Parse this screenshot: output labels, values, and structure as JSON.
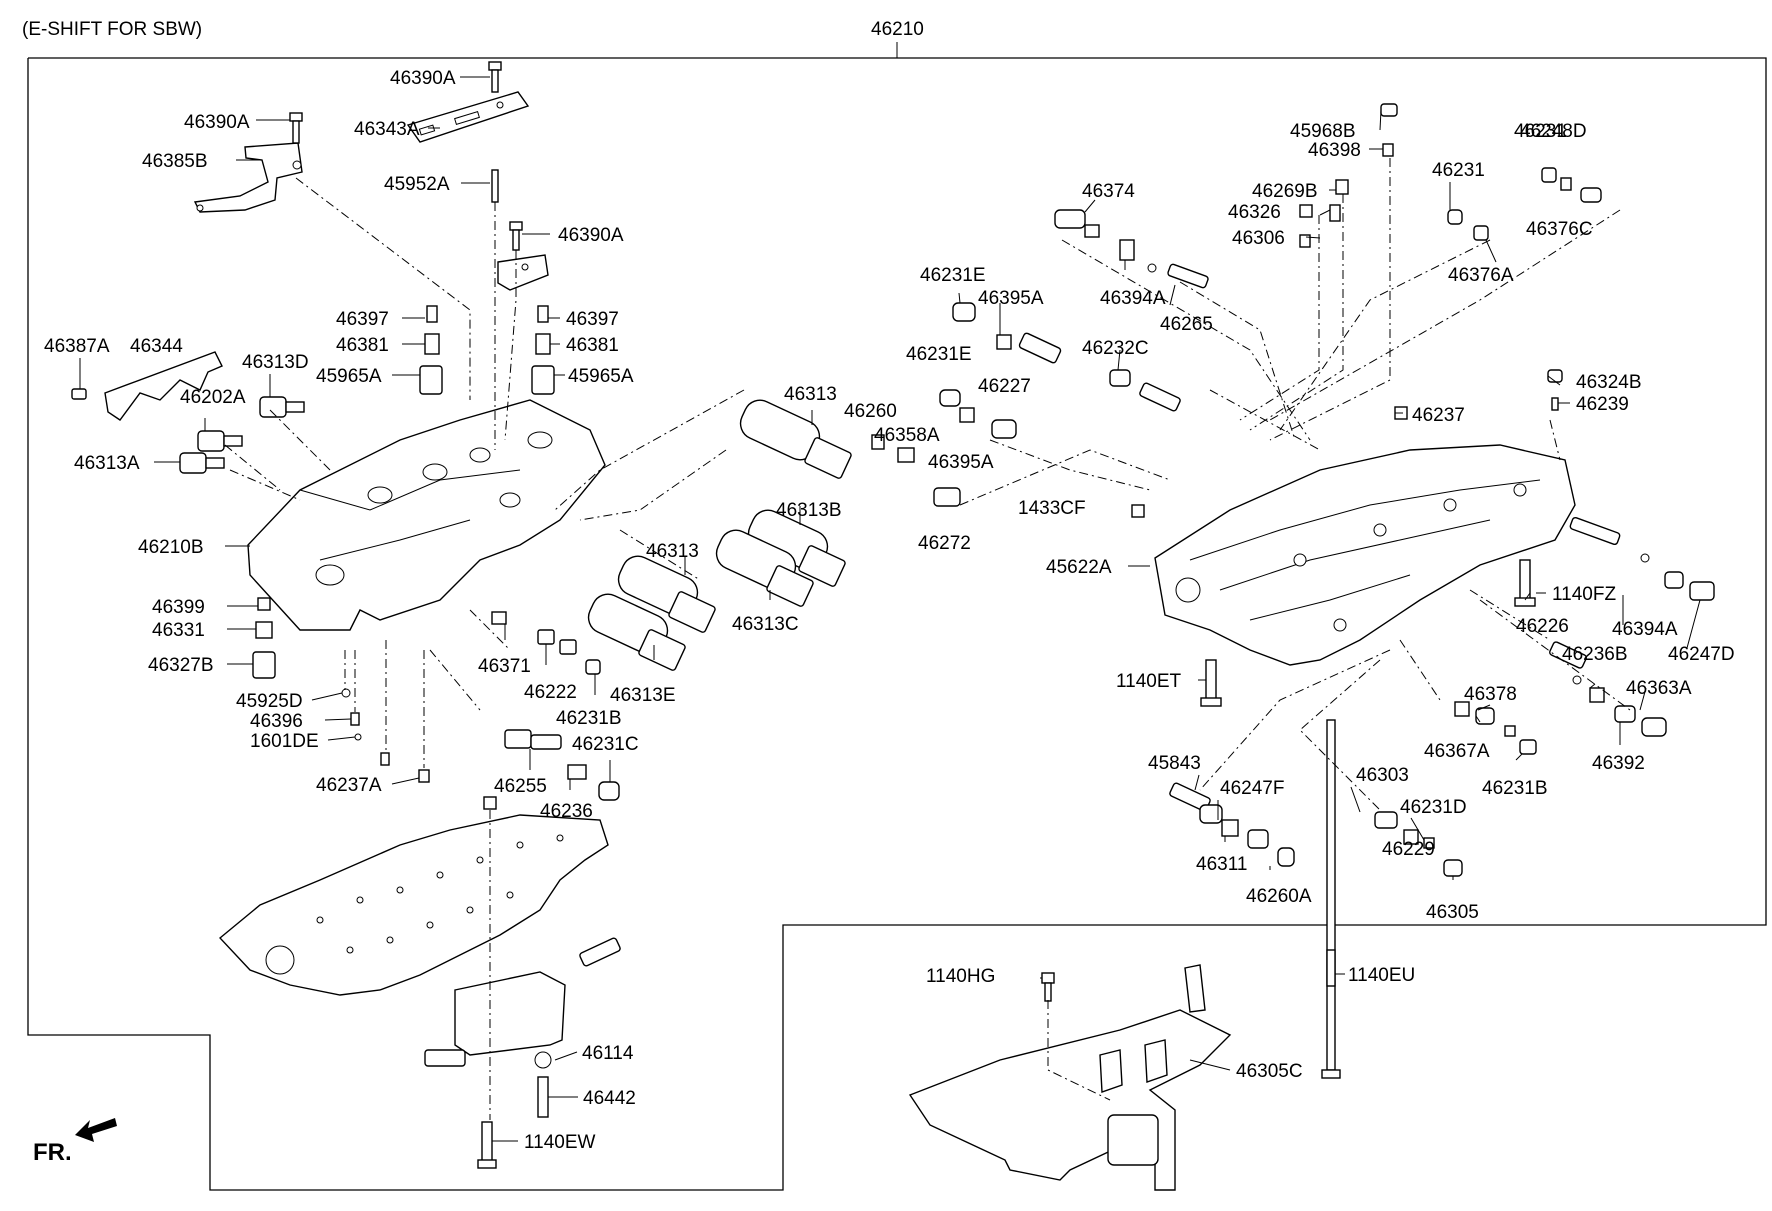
{
  "header": {
    "variant": "(E-SHIFT FOR SBW)",
    "assembly_number": "46210"
  },
  "direction": {
    "label": "FR."
  },
  "left_labels": [
    "46390A",
    "46343A",
    "46390A",
    "46385B",
    "45952A",
    "46390A",
    "46397",
    "46397",
    "46381",
    "46381",
    "45965A",
    "45965A",
    "46387A",
    "46344",
    "46313D",
    "46202A",
    "46313A",
    "46210B",
    "46399",
    "46331",
    "46327B",
    "45925D",
    "46396",
    "1601DE",
    "46237A",
    "46371",
    "46222",
    "46231B",
    "46255",
    "46236",
    "46231C",
    "46313",
    "46313B",
    "46313",
    "46313C",
    "46313E",
    "46114",
    "46442",
    "1140EW"
  ],
  "right_labels": [
    "45968B",
    "46398",
    "46231",
    "46248D",
    "46374",
    "46269B",
    "46231",
    "46326",
    "46306",
    "46376C",
    "46231E",
    "46395A",
    "46394A",
    "46265",
    "46376A",
    "46231E",
    "46232C",
    "46324B",
    "46227",
    "46260",
    "46358A",
    "46237",
    "46239",
    "46395A",
    "1433CF",
    "46272",
    "45622A",
    "1140FZ",
    "46226",
    "46394A",
    "46236B",
    "46247D",
    "1140ET",
    "46378",
    "46363A",
    "46367A",
    "45843",
    "46231B",
    "46392",
    "46247F",
    "46303",
    "46231D",
    "46311",
    "46229",
    "46260A",
    "46305",
    "1140HG",
    "1140EU",
    "46305C"
  ]
}
